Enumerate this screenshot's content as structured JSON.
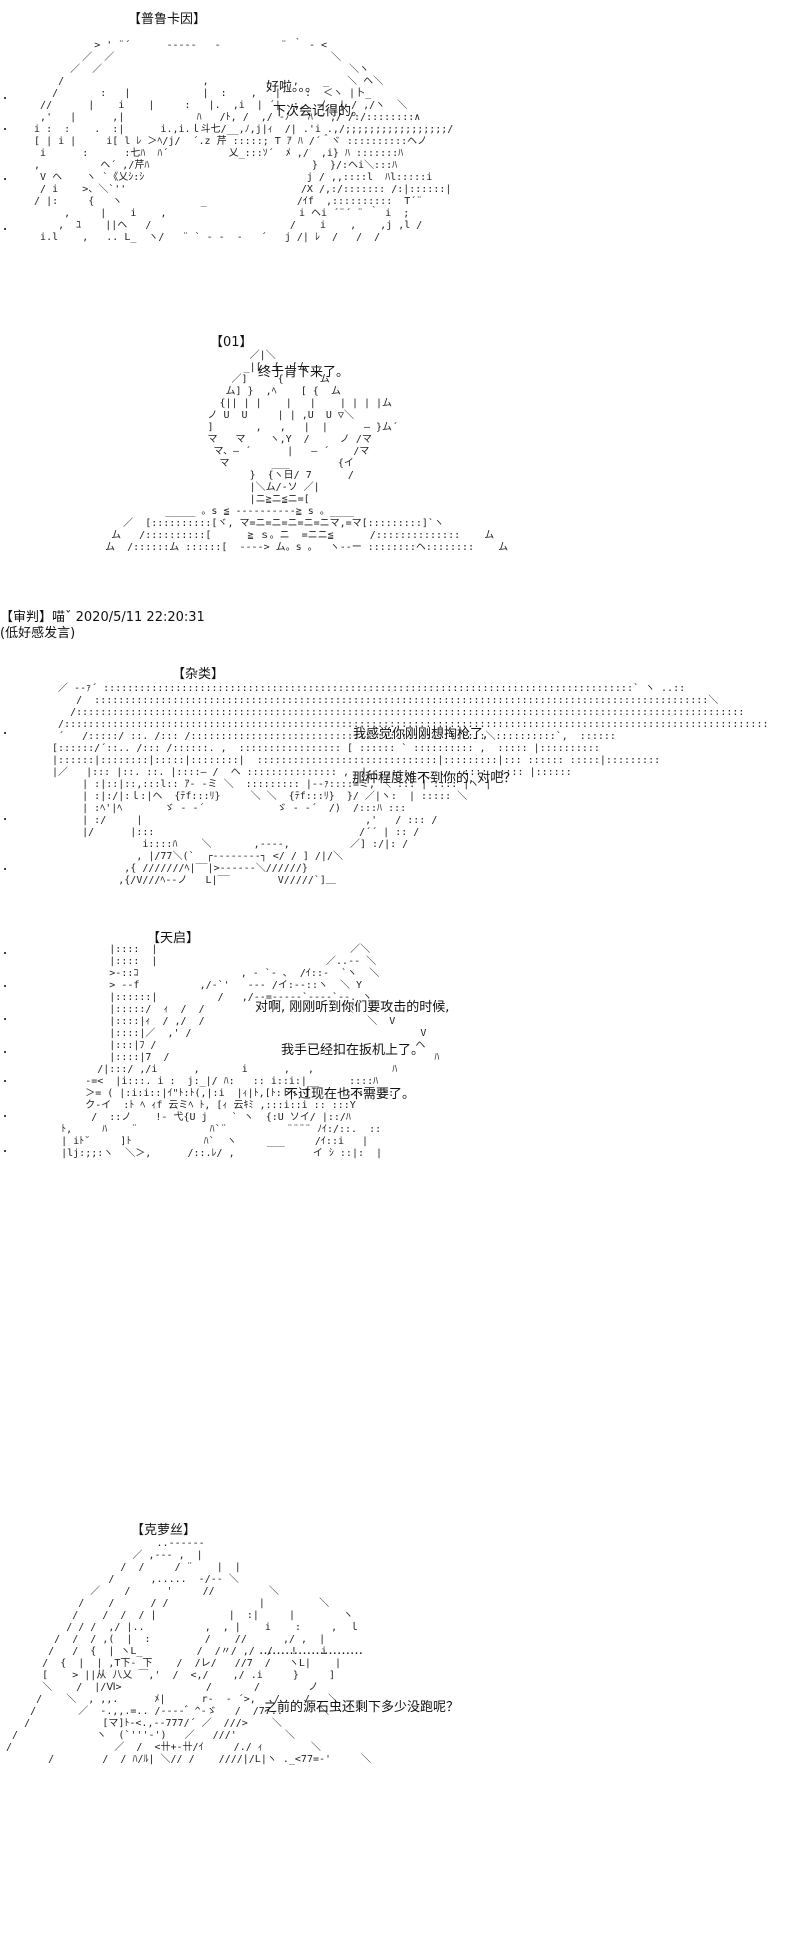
{
  "panels": [
    {
      "name": "【普鲁卡因】",
      "lines": [
        "好啦。。。",
        "下次会记得的。"
      ]
    },
    {
      "name": "【01】",
      "lines": [
        "终于肯下来了。"
      ]
    },
    {
      "name": "【杂类】",
      "lines": [
        "我感觉你刚刚想掏枪了,",
        "那种程度难不到你的, 对吧？"
      ]
    },
    {
      "name": "【天启】",
      "lines": [
        "对啊, 刚刚听到你们要攻击的时候,",
        "我手已经扣在扳机上了。",
        "不过现在也不需要了。"
      ]
    },
    {
      "name": "【克萝丝】",
      "lines": [
        "……………………",
        "之前的源石虫还剩下多少没跑呢？"
      ]
    }
  ],
  "verdict": {
    "header": "【审判】喵ˇ 2020/5/11 22:20:31",
    "body": "(低好感发言)"
  }
}
